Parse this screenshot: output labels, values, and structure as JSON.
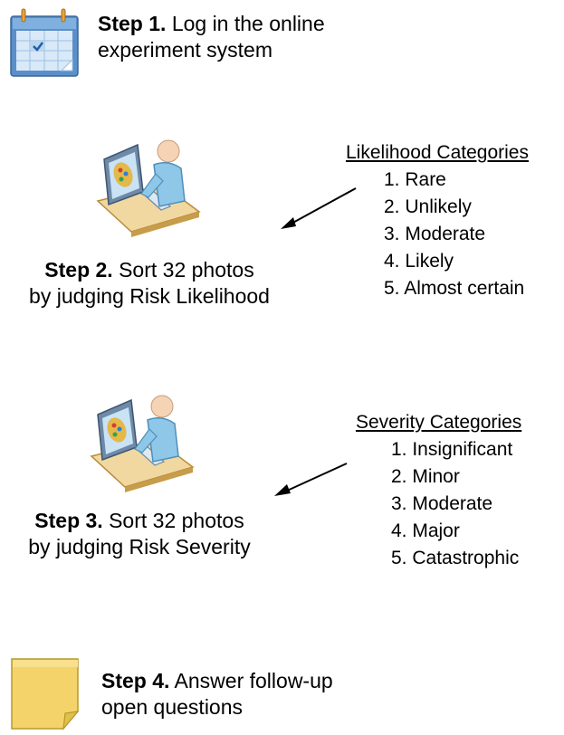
{
  "steps": [
    {
      "label": "Step 1.",
      "text_lines": [
        "Log in the online",
        "experiment system"
      ]
    },
    {
      "label": "Step 2.",
      "text_lines": [
        "Sort 32 photos",
        "by judging Risk Likelihood"
      ]
    },
    {
      "label": "Step 3.",
      "text_lines": [
        "Sort 32 photos",
        "by judging Risk Severity"
      ]
    },
    {
      "label": "Step 4.",
      "text_lines": [
        "Answer follow-up",
        "open questions"
      ]
    }
  ],
  "likelihood": {
    "title": "Likelihood Categories",
    "items": [
      "1. Rare",
      "2. Unlikely",
      "3. Moderate",
      "4. Likely",
      "5. Almost certain"
    ]
  },
  "severity": {
    "title": "Severity Categories",
    "items": [
      "1. Insignificant",
      "2. Minor",
      "3. Moderate",
      "4. Major",
      "5. Catastrophic"
    ]
  },
  "icons": [
    "calendar-icon",
    "computer-user-icon",
    "computer-user-icon",
    "sticky-note-icon"
  ]
}
